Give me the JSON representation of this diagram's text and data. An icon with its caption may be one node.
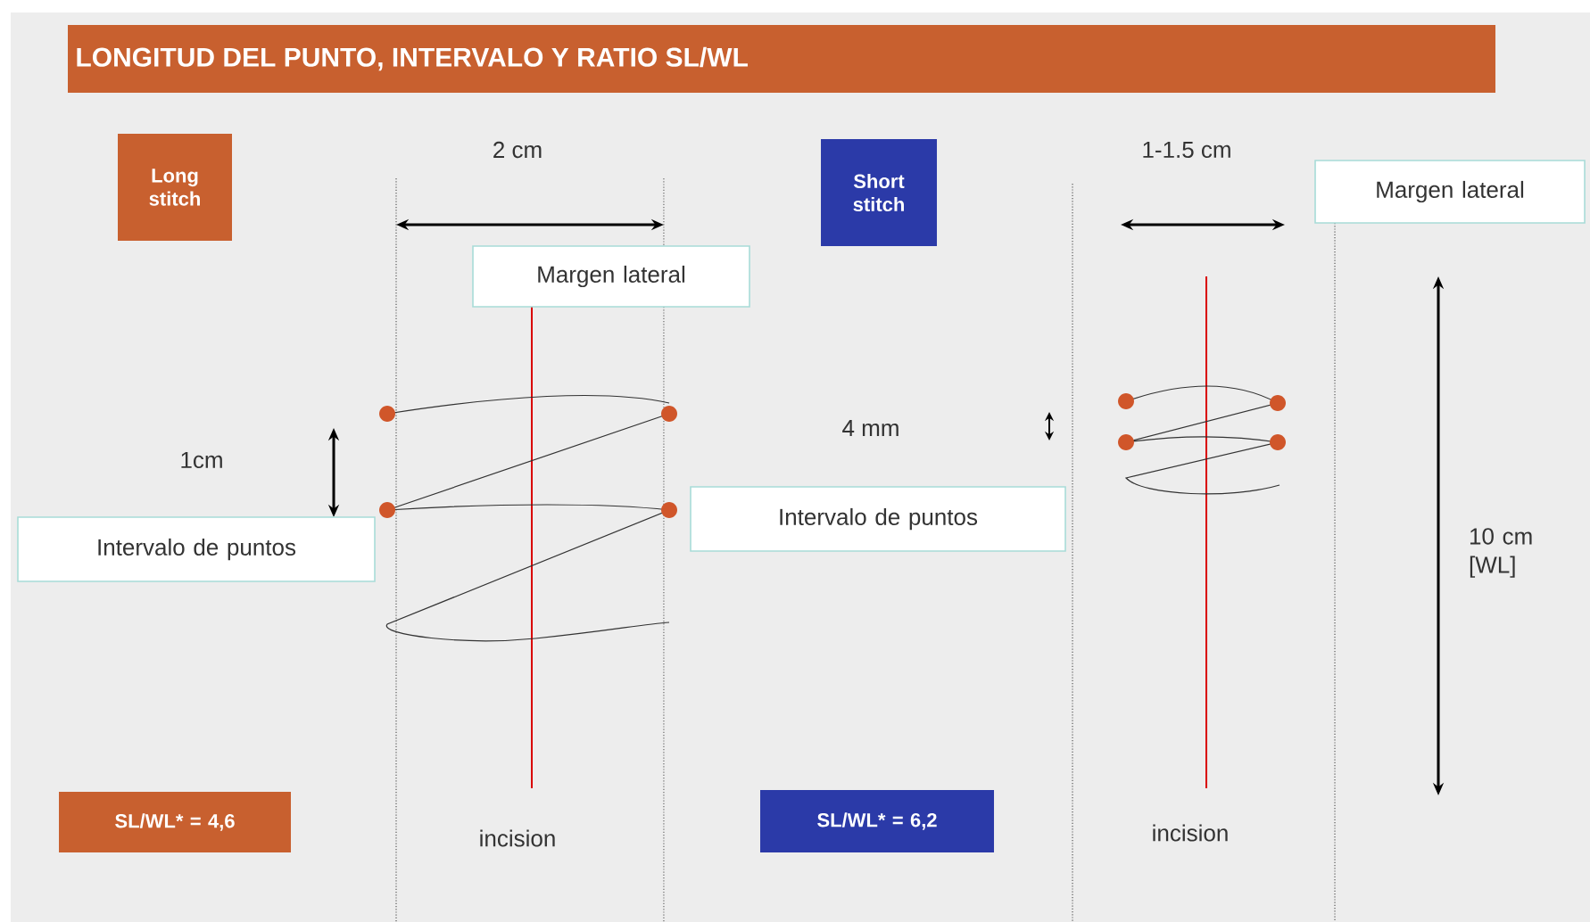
{
  "diagram": {
    "title": "LONGITUD DEL PUNTO, INTERVALO Y RATIO SL/WL",
    "nodes": [
      {
        "text": [
          "Long stitch"
        ]
      },
      {
        "text": [
          "Short stitch"
        ]
      },
      {
        "text": [
          "Margen lateral"
        ]
      },
      {
        "text": [
          "Margen lateral"
        ]
      },
      {
        "text": [
          "Intervalo de puntos"
        ]
      },
      {
        "text": [
          "Intervalo de puntos"
        ]
      },
      {
        "text": [
          "SL/WL* = 4,6"
        ]
      },
      {
        "text": [
          "SL/WL* = 6,2"
        ]
      }
    ],
    "labels": [
      "2 cm",
      "1-1.5 cm",
      "4 mm",
      "1cm",
      "10 cm [WL]",
      "incision",
      "incision"
    ]
  }
}
